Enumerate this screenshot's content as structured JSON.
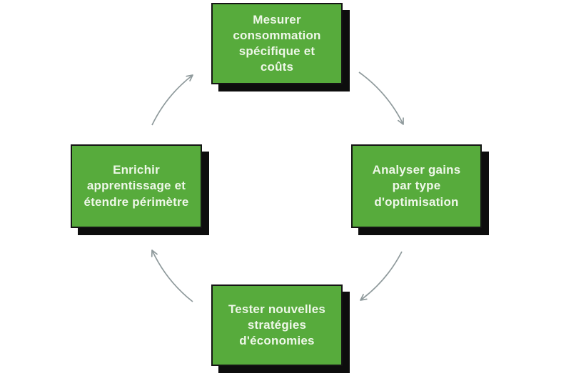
{
  "diagram": {
    "type": "cycle",
    "direction": "clockwise",
    "steps": [
      {
        "id": "step-1",
        "position": "top",
        "label": "Mesurer\nconsommation\nspécifique et\ncoûts"
      },
      {
        "id": "step-2",
        "position": "right",
        "label": "Analyser gains\npar type\nd'optimisation"
      },
      {
        "id": "step-3",
        "position": "bottom",
        "label": "Tester nouvelles\nstratégies\nd'économies"
      },
      {
        "id": "step-4",
        "position": "left",
        "label": "Enrichir\napprentissage et\nétendre périmètre"
      }
    ],
    "connections": [
      {
        "from": "step-1",
        "to": "step-2"
      },
      {
        "from": "step-2",
        "to": "step-3"
      },
      {
        "from": "step-3",
        "to": "step-4"
      },
      {
        "from": "step-4",
        "to": "step-1"
      }
    ],
    "colors": {
      "box_fill": "#57ab3c",
      "box_border": "#141414",
      "box_shadow": "#0d0d0d",
      "box_text": "#eef7e8",
      "arrow": "#8f9a9c",
      "background": "#ffffff"
    }
  }
}
